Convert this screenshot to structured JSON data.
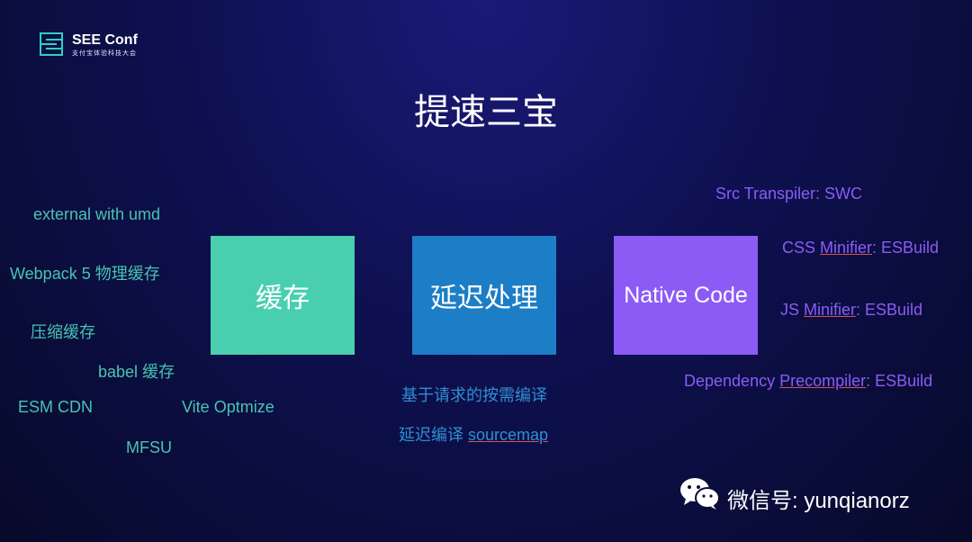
{
  "logo": {
    "title": "SEE Conf",
    "subtitle": "支付宝体验科技大会"
  },
  "slide_title": "提速三宝",
  "boxes": {
    "cache": "缓存",
    "lazy": "延迟处理",
    "native": "Native Code"
  },
  "cache_items": {
    "external": "external with umd",
    "webpack": "Webpack 5 物理缓存",
    "compress": "压缩缓存",
    "babel": "babel 缓存",
    "esm": "ESM CDN",
    "vite": "Vite Optmize",
    "mfsu": "MFSU"
  },
  "lazy_items": {
    "on_demand": "基于请求的按需编译",
    "sourcemap_prefix": "延迟编译 ",
    "sourcemap_word": "sourcemap"
  },
  "native_items": {
    "src_transpiler": "Src Transpiler: SWC",
    "css_prefix": "CSS ",
    "css_word": "Minifier",
    "css_suffix": ": ESBuild",
    "js_prefix": "JS ",
    "js_word": "Minifier",
    "js_suffix": ": ESBuild",
    "dep_prefix": "Dependency ",
    "dep_word": "Precompiler",
    "dep_suffix": ": ESBuild"
  },
  "watermark": "微信号: yunqianorz",
  "colors": {
    "cache": "#49cfaf",
    "lazy": "#1c7ec6",
    "native": "#8c5bf6"
  }
}
